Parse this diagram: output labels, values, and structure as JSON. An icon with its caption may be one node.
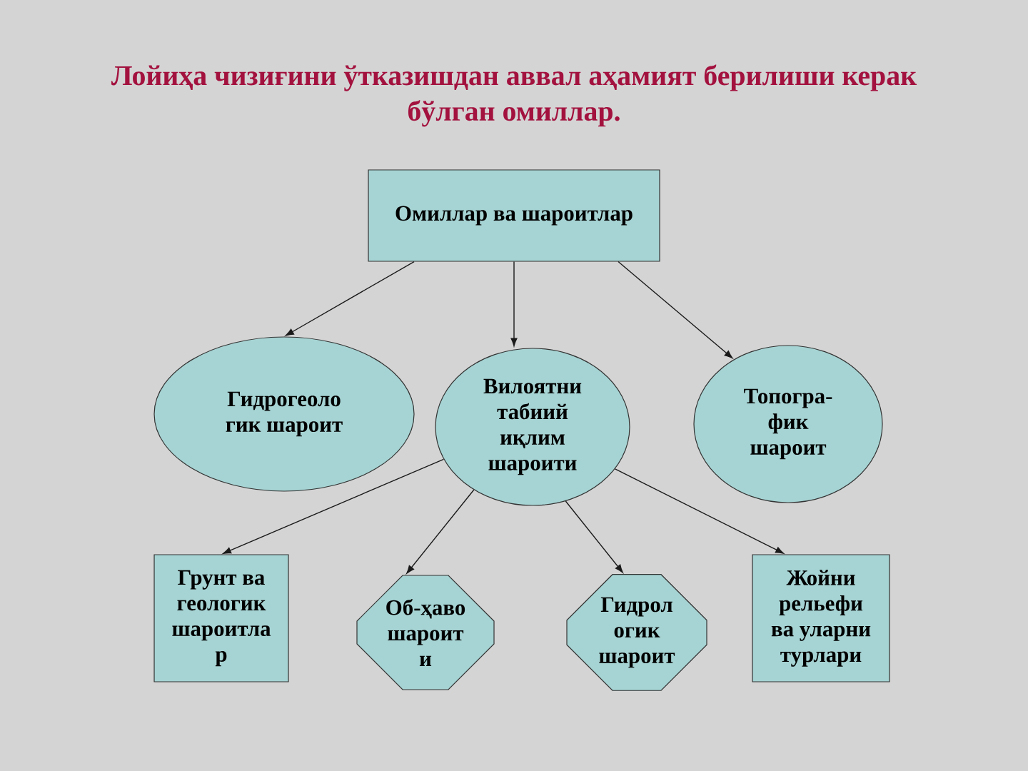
{
  "diagram": {
    "title": "Лойиҳа чизиғини ўтказишдан аввал аҳамият берилиши керак бўлган омиллар.",
    "nodes": [
      {
        "text": [
          "Омиллар ва шароитлар"
        ]
      },
      {
        "text": [
          "Гидрогеоло гик шароит"
        ]
      },
      {
        "text": [
          "Вилоятни табиий иқлим шароити"
        ]
      },
      {
        "text": [
          "Топогра- фик шароит"
        ]
      },
      {
        "text": [
          "Грунт ва геологик шароитла р"
        ]
      },
      {
        "text": [
          "Об-ҳаво шароит и"
        ]
      },
      {
        "text": [
          "Гидрол огик шароит"
        ]
      },
      {
        "text": [
          "Жойни рельефи ва уларни турлари"
        ]
      }
    ],
    "edges": [
      {
        "from": 0,
        "to": 1,
        "arrow": "to"
      },
      {
        "from": 0,
        "to": 2,
        "arrow": "to"
      },
      {
        "from": 0,
        "to": 3,
        "arrow": "to"
      },
      {
        "from": 2,
        "to": 4,
        "arrow": "to"
      },
      {
        "from": 2,
        "to": 5,
        "arrow": "to"
      },
      {
        "from": 2,
        "to": 6,
        "arrow": "to"
      },
      {
        "from": 2,
        "to": 7,
        "arrow": "to"
      }
    ]
  }
}
